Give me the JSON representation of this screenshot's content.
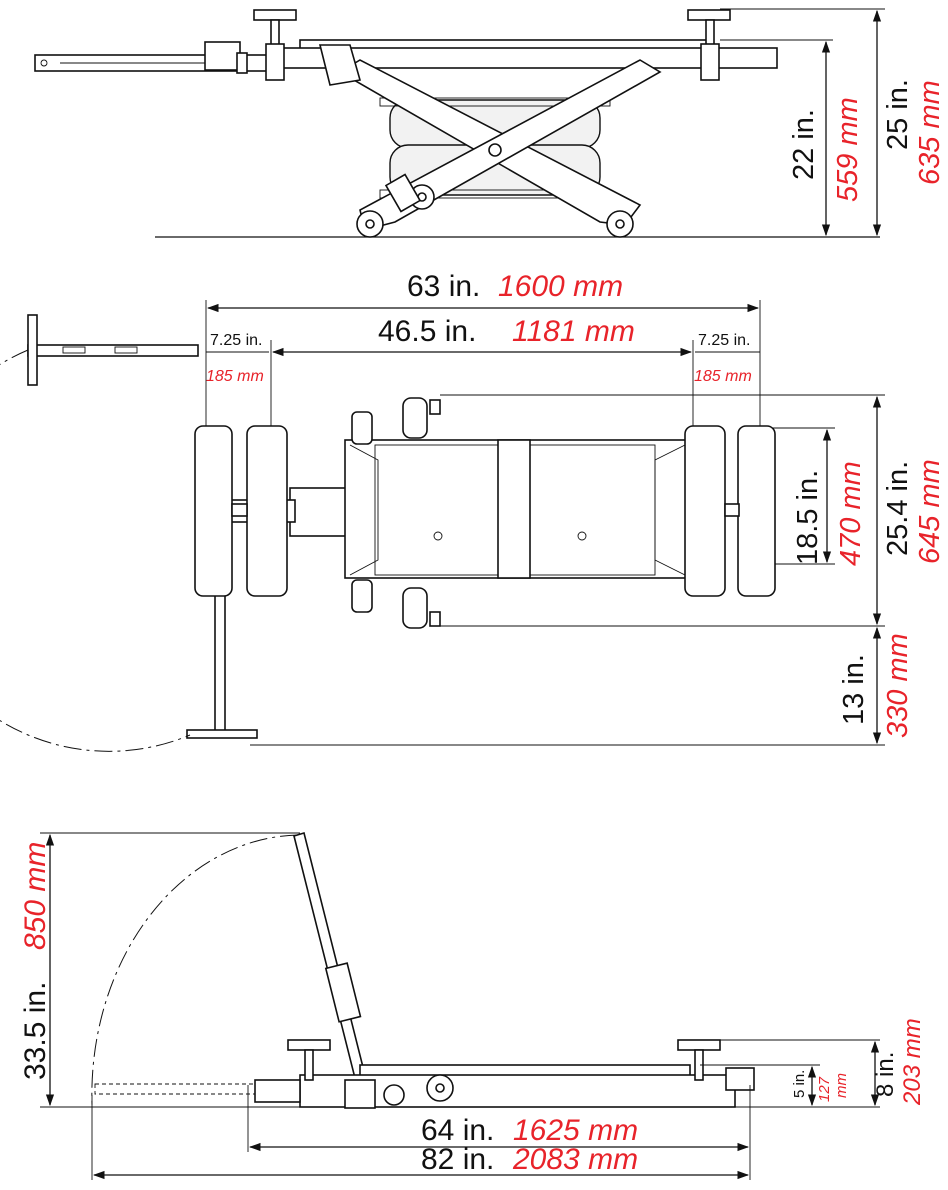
{
  "colors": {
    "imperial": "#111111",
    "metric": "#e8232a"
  },
  "side_view": {
    "lowered_height": {
      "in": "22 in.",
      "mm": "559 mm"
    },
    "pad_height": {
      "in": "25 in.",
      "mm": "635 mm"
    }
  },
  "top_view": {
    "overall_width": {
      "in": "63 in.",
      "mm": "1600 mm"
    },
    "inner_width": {
      "in": "46.5 in.",
      "mm": "1181 mm"
    },
    "left_arm_extension": {
      "in": "7.25 in.",
      "mm": "185 mm"
    },
    "right_arm_extension": {
      "in": "7.25 in.",
      "mm": "185 mm"
    },
    "pad_depth": {
      "in": "18.5 in.",
      "mm": "470 mm"
    },
    "frame_depth": {
      "in": "25.4 in.",
      "mm": "645 mm"
    },
    "handle_swing": {
      "in": "13 in.",
      "mm": "330 mm"
    }
  },
  "bottom_view": {
    "handle_height": {
      "in": "33.5 in.",
      "mm": "850 mm"
    },
    "collapsed_height": {
      "in": "5 in.",
      "mm_line1": "127",
      "mm_line2": "mm"
    },
    "pad_top_height": {
      "in": "8 in.",
      "mm": "203 mm"
    },
    "frame_length": {
      "in": "64 in.",
      "mm": "1625 mm"
    },
    "overall_length": {
      "in": "82 in.",
      "mm": "2083 mm"
    }
  }
}
